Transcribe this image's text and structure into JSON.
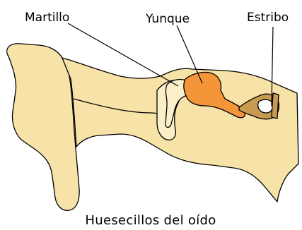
{
  "labels": {
    "martillo": "Martillo",
    "yunque": "Yunque",
    "estribo": "Estribo"
  },
  "caption": "Huesecillos del oído",
  "colors": {
    "tissue": "#f7e3a8",
    "tissue_light": "#fbefc9",
    "incus": "#f4953a",
    "stapes": "#c89a52",
    "background": "#ffffff",
    "outline": "#000000"
  }
}
